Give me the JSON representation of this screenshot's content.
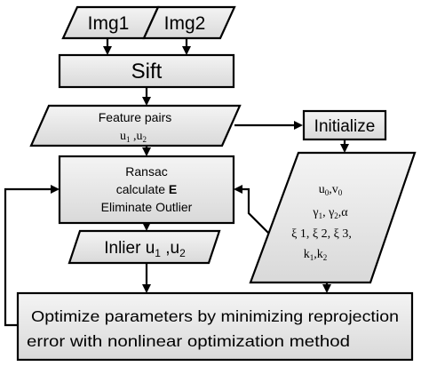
{
  "diagram": {
    "inputs": {
      "img1": "Img1",
      "img2": "Img2"
    },
    "sift": "Sift",
    "feature_pairs": {
      "line1": "Feature pairs",
      "u1_sep": "u",
      "u1_sub": "1",
      "comma": " ,u",
      "u2_sub": "2"
    },
    "initialize": "Initialize",
    "ransac": {
      "line1": "Ransac",
      "line2_prefix": "calculate ",
      "line2_bold": "E",
      "line3": "Eliminate Outlier"
    },
    "params": {
      "line1": {
        "a": "u",
        "a_sub": "0",
        "b": ",v",
        "b_sub": "0"
      },
      "line2": {
        "a": "γ",
        "a_sub": "1",
        "b": ", γ",
        "b_sub": "2",
        "c": ",α"
      },
      "line3": "ξ 1, ξ 2, ξ 3,",
      "line4": {
        "a": "k",
        "a_sub": "1",
        "b": ",k",
        "b_sub": "2"
      }
    },
    "inlier": {
      "label": "Inlier  u",
      "u1_sub": "1",
      "comma": " ,u",
      "u2_sub": "2"
    },
    "optimize": {
      "line1": "Optimize parameters by minimizing reprojection",
      "line2": "error with nonlinear optimization method"
    }
  }
}
